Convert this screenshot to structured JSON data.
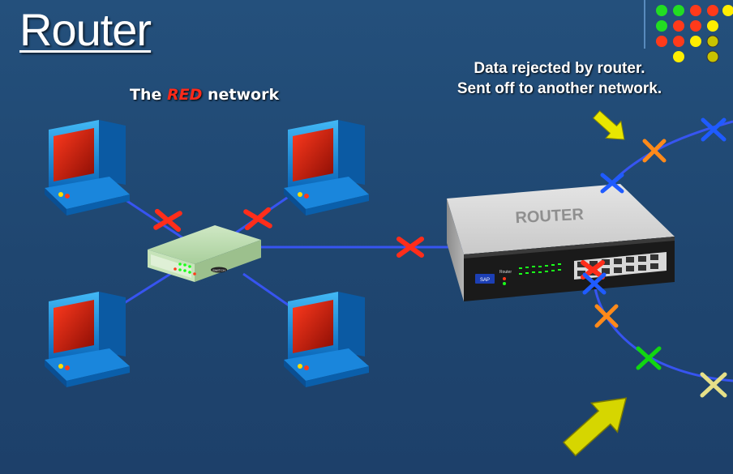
{
  "title": "Router",
  "network_label": {
    "prefix": "The ",
    "highlight": "RED",
    "suffix": " network"
  },
  "caption": {
    "line1": "Data rejected by router.",
    "line2": "Sent off to another network."
  },
  "router_label": "ROUTER",
  "switch_label": "SWITCH",
  "router_badge": "SAP",
  "router_brand": "Router",
  "colors": {
    "packet_red": "#ff2d1a",
    "packet_orange": "#ff8a1a",
    "packet_blue": "#1f5bff",
    "packet_green": "#11d611",
    "packet_khaki": "#e6e088",
    "arrow_yellow": "#e8e600",
    "link_blue": "#3a56ff"
  }
}
